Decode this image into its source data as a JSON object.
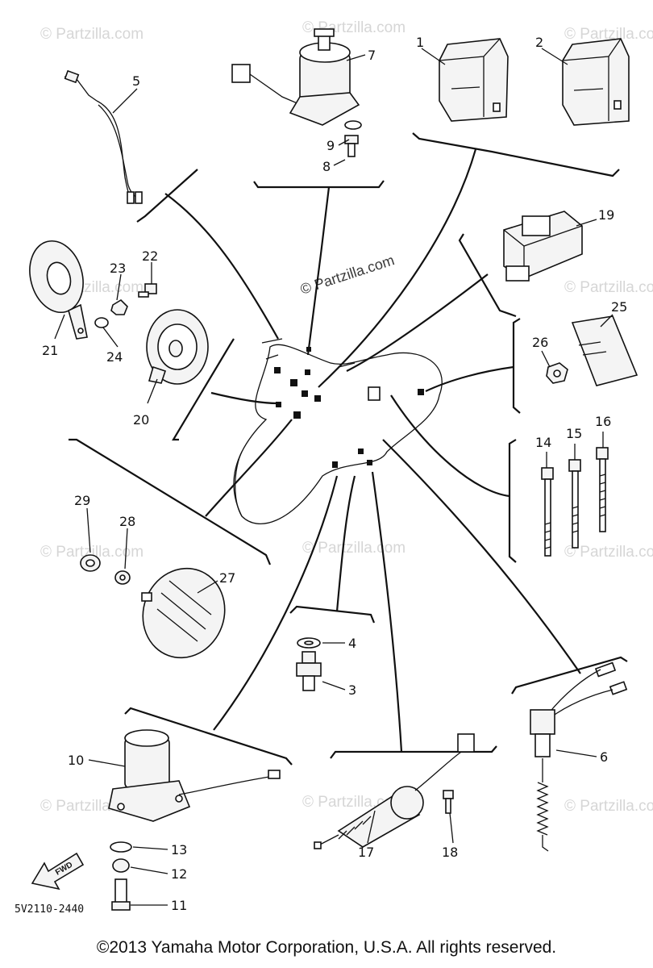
{
  "diagram": {
    "part_number_code": "5V2110-2440",
    "fwd_label": "FWD",
    "watermark": "© Partzilla.com",
    "copyright": "©2013 Yamaha Motor Corporation, U.S.A. All rights reserved.",
    "callouts": {
      "c1": "1",
      "c2": "2",
      "c3": "3",
      "c4": "4",
      "c5": "5",
      "c6": "6",
      "c7": "7",
      "c8": "8",
      "c9": "9",
      "c10": "10",
      "c11": "11",
      "c12": "12",
      "c13": "13",
      "c14": "14",
      "c15": "15",
      "c16": "16",
      "c17": "17",
      "c18": "18",
      "c19": "19",
      "c20": "20",
      "c21": "21",
      "c22": "22",
      "c23": "23",
      "c24": "24",
      "c25": "25",
      "c26": "26",
      "c27": "27",
      "c28": "28",
      "c29": "29"
    }
  }
}
